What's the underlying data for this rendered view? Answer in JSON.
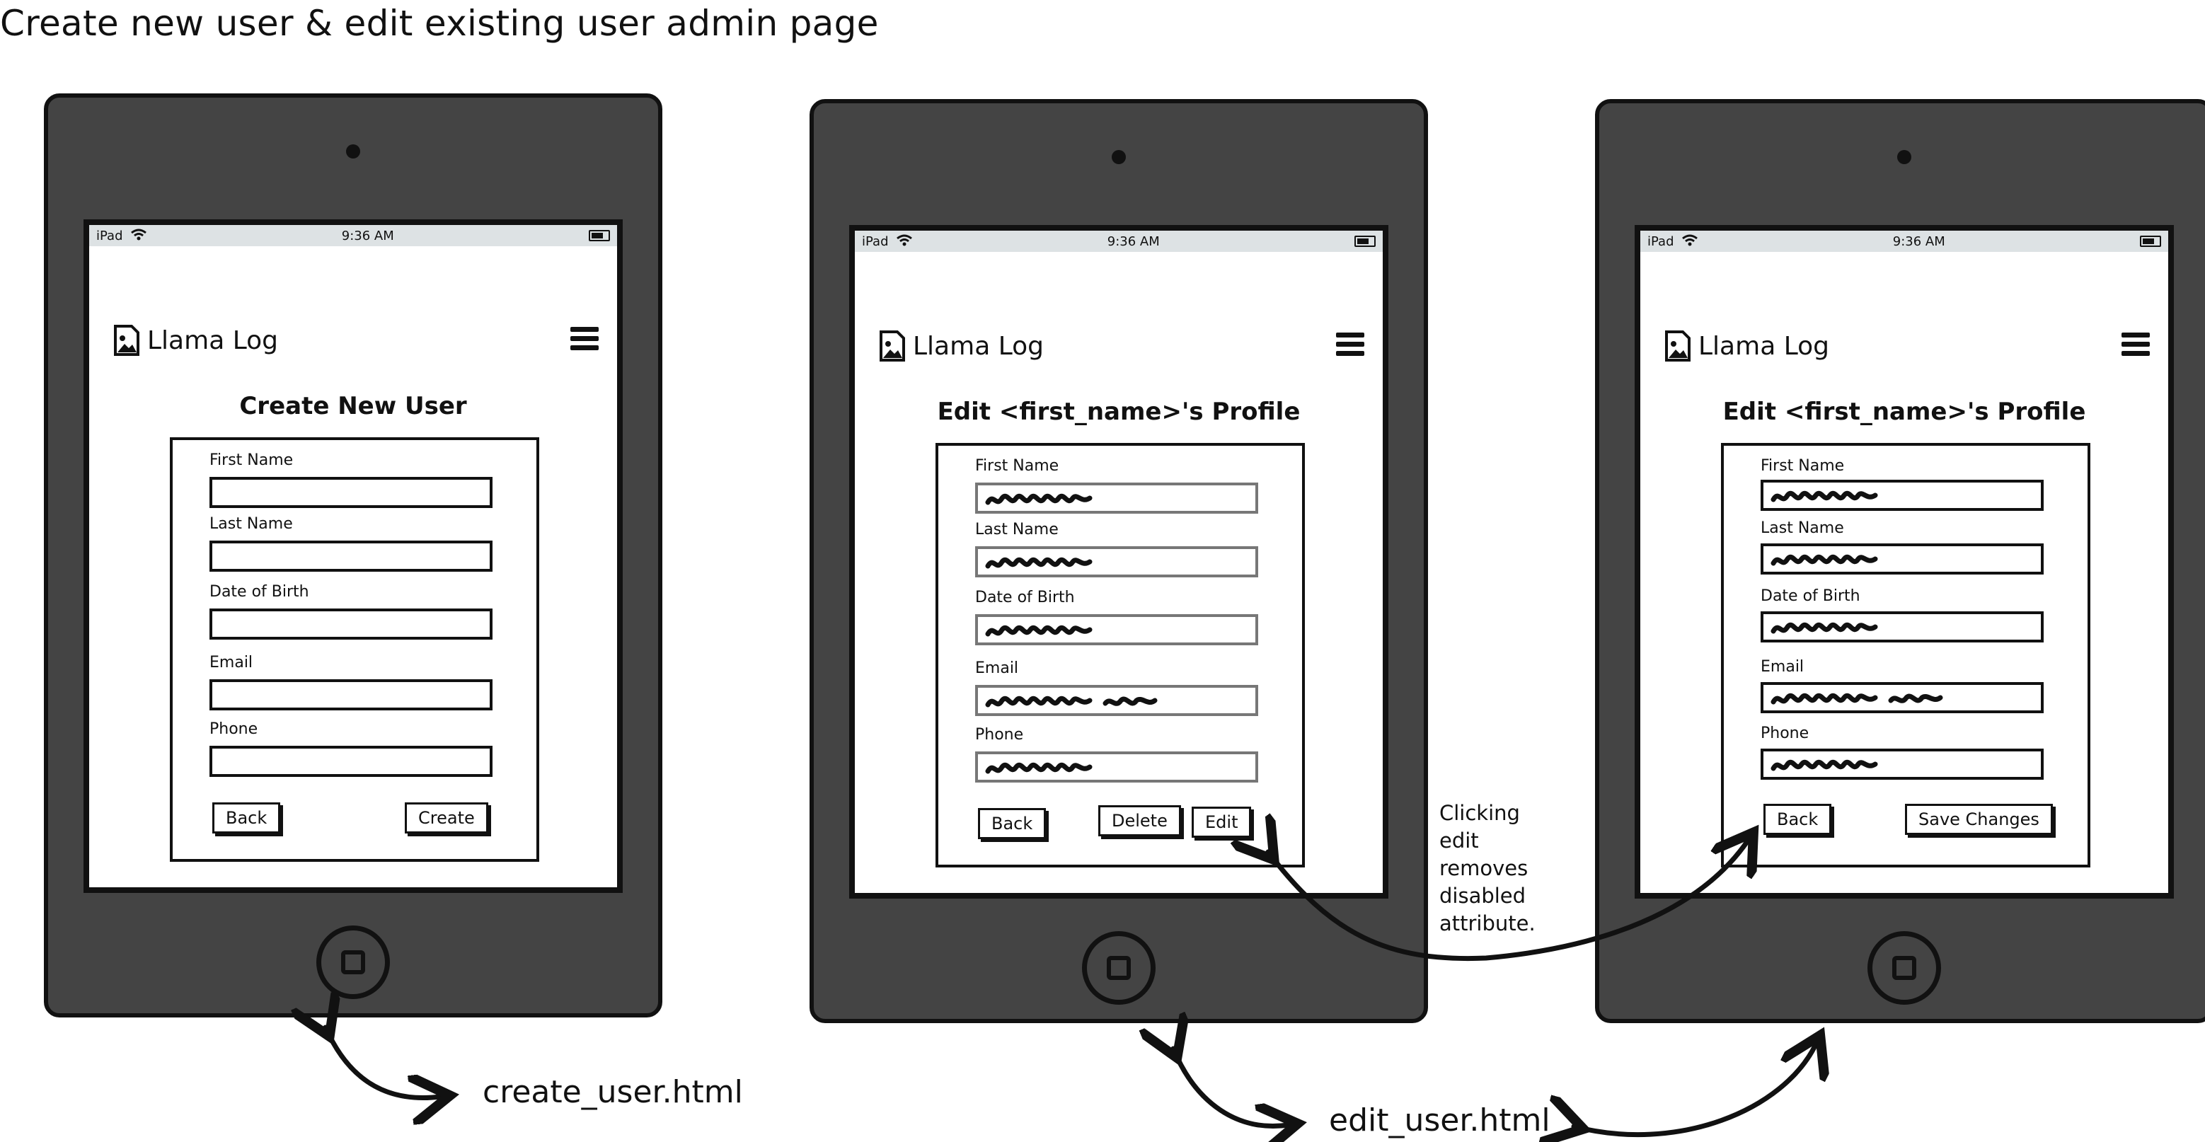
{
  "page_title": "Create new user & edit existing user admin page",
  "device": {
    "carrier": "iPad",
    "time": "9:36 AM",
    "app_name": "Llama Log"
  },
  "screens": [
    {
      "heading": "Create New User",
      "fields": [
        "First Name",
        "Last Name",
        "Date of Birth",
        "Email",
        "Phone"
      ],
      "buttons": {
        "back": "Back",
        "create": "Create"
      },
      "file_label": "create_user.html"
    },
    {
      "heading": "Edit <first_name>'s Profile",
      "fields": [
        "First Name",
        "Last Name",
        "Date of Birth",
        "Email",
        "Phone"
      ],
      "buttons": {
        "back": "Back",
        "delete": "Delete",
        "edit": "Edit"
      }
    },
    {
      "heading": "Edit <first_name>'s Profile",
      "fields": [
        "First Name",
        "Last Name",
        "Date of Birth",
        "Email",
        "Phone"
      ],
      "buttons": {
        "back": "Back",
        "save": "Save Changes"
      }
    }
  ],
  "edit_file_label": "edit_user.html",
  "annotation": "Clicking edit removes disabled attribute."
}
